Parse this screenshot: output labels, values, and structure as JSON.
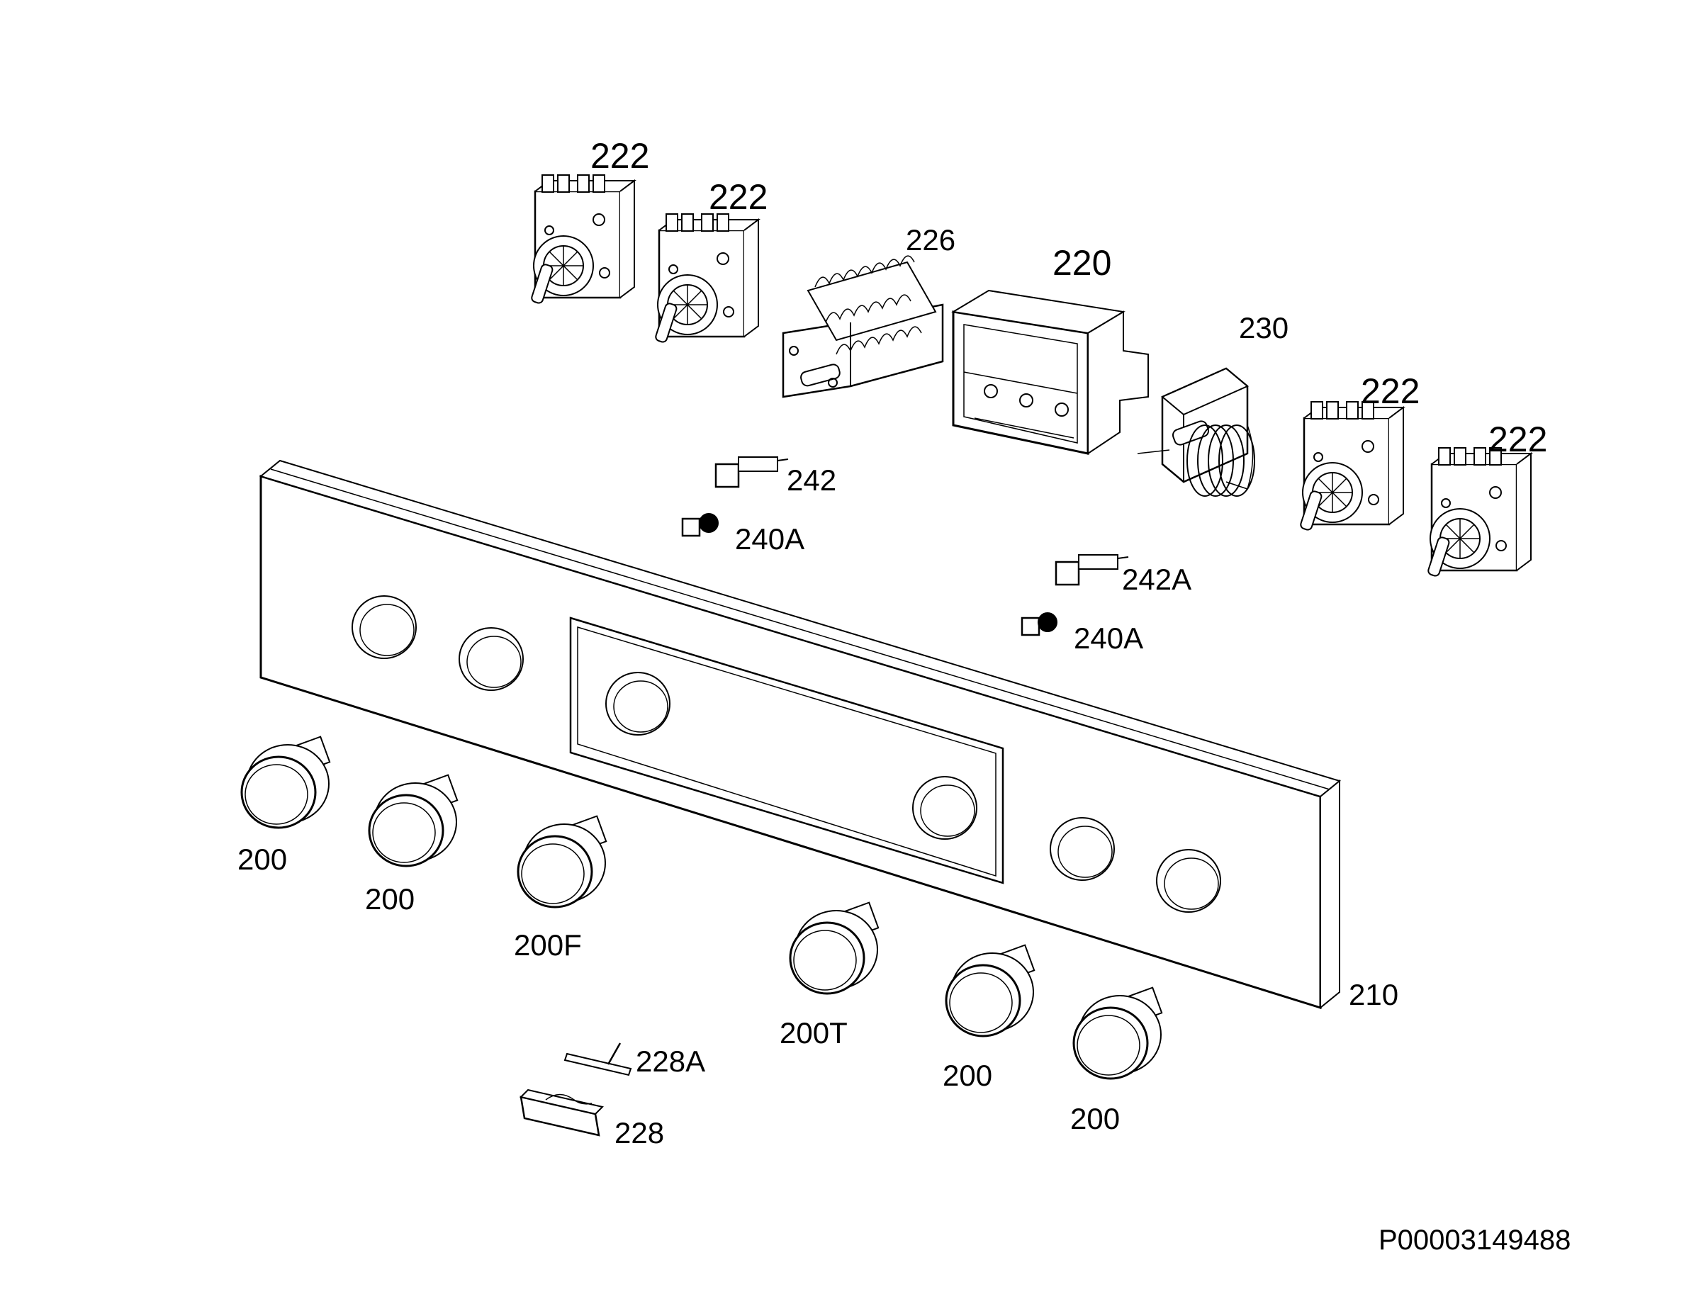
{
  "labels": {
    "switch_222_a": "222",
    "switch_222_b": "222",
    "switch_226": "226",
    "display_220": "220",
    "thermostat_230": "230",
    "switch_222_c": "222",
    "switch_222_d": "222",
    "lamp_242": "242",
    "lamp_240a_a": "240A",
    "lamp_242a": "242A",
    "lamp_240a_b": "240A",
    "knob_200_a": "200",
    "knob_200_b": "200",
    "knob_200f": "200F",
    "knob_200t": "200T",
    "knob_200_c": "200",
    "knob_200_d": "200",
    "panel_210": "210",
    "part_228a": "228A",
    "part_228": "228"
  },
  "document_id": "P00003149488"
}
